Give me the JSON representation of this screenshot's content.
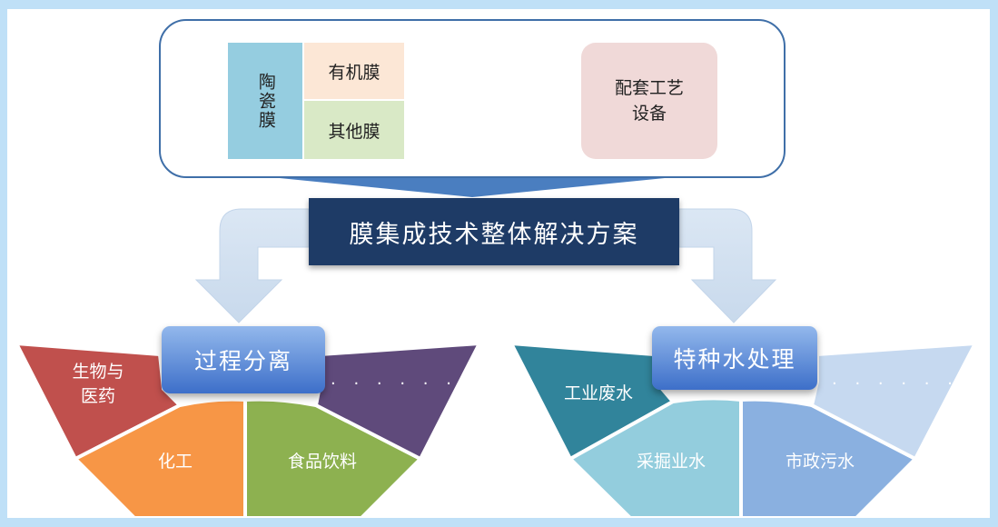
{
  "materials": {
    "ceramic": "陶瓷膜",
    "organic": "有机膜",
    "other": "其他膜"
  },
  "plus_icon": "plus-icon",
  "equipment": {
    "line1": "配套工艺",
    "line2": "设备"
  },
  "solution_banner": "膜集成技术整体解决方案",
  "left_fan": {
    "title": "过程分离",
    "segments": {
      "bio_line1": "生物与",
      "bio_line2": "医药",
      "chemical": "化工",
      "food": "食品饮料",
      "more": "· · · · · ·"
    }
  },
  "right_fan": {
    "title": "特种水处理",
    "segments": {
      "industrial": "工业废水",
      "mining": "采掘业水",
      "municipal": "市政污水",
      "more": "· · · · · ·"
    }
  },
  "colors": {
    "bio": "#c0504d",
    "chemical": "#f79646",
    "food": "#8db150",
    "more_left": "#5f4a7b",
    "industrial": "#31849b",
    "mining": "#93cddd",
    "municipal": "#8ab0e0",
    "more_right": "#c6d9f0",
    "banner": "#1e3b66"
  }
}
